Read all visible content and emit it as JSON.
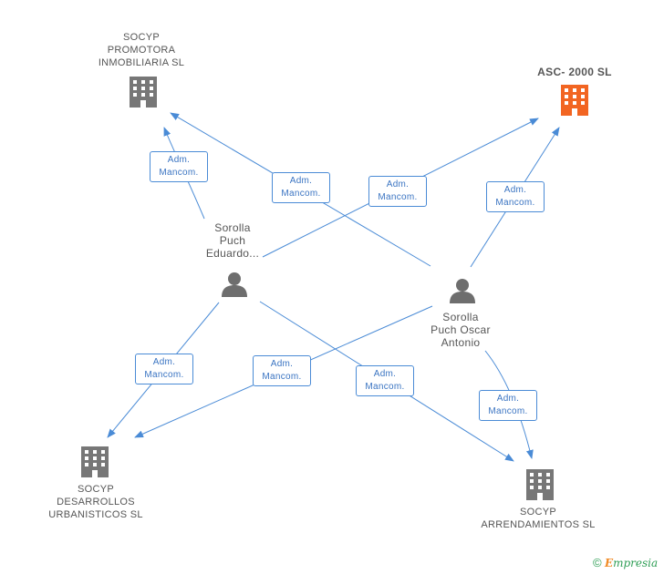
{
  "companies": {
    "promotora": {
      "lines": [
        "SOCYP",
        "PROMOTORA",
        "INMOBILIARIA SL"
      ],
      "icon": "building-icon",
      "color": "#777777"
    },
    "asc2000": {
      "lines": [
        "ASC- 2000 SL"
      ],
      "icon": "building-icon",
      "color": "#f26522"
    },
    "desarrollos": {
      "lines": [
        "SOCYP",
        "DESARROLLOS",
        "URBANISTICOS SL"
      ],
      "icon": "building-icon",
      "color": "#777777"
    },
    "arrendamientos": {
      "lines": [
        "SOCYP",
        "ARRENDAMIENTOS SL"
      ],
      "icon": "building-icon",
      "color": "#777777"
    }
  },
  "people": {
    "eduardo": {
      "lines": [
        "Sorolla",
        "Puch",
        "Eduardo..."
      ],
      "icon": "person-icon"
    },
    "oscar": {
      "lines": [
        "Sorolla",
        "Puch Oscar",
        "Antonio"
      ],
      "icon": "person-icon"
    }
  },
  "relations": [
    {
      "id": "e-promotora",
      "from": "eduardo",
      "to": "promotora",
      "lines": [
        "Adm.",
        "Mancom."
      ]
    },
    {
      "id": "o-promotora",
      "from": "oscar",
      "to": "promotora",
      "lines": [
        "Adm.",
        "Mancom."
      ]
    },
    {
      "id": "e-asc",
      "from": "eduardo",
      "to": "asc2000",
      "lines": [
        "Adm.",
        "Mancom."
      ]
    },
    {
      "id": "o-asc",
      "from": "oscar",
      "to": "asc2000",
      "lines": [
        "Adm.",
        "Mancom."
      ]
    },
    {
      "id": "e-desarrollos",
      "from": "eduardo",
      "to": "desarrollos",
      "lines": [
        "Adm.",
        "Mancom."
      ]
    },
    {
      "id": "o-desarrollos",
      "from": "oscar",
      "to": "desarrollos",
      "lines": [
        "Adm.",
        "Mancom."
      ]
    },
    {
      "id": "e-arrendamientos",
      "from": "eduardo",
      "to": "arrendamientos",
      "lines": [
        "Adm.",
        "Mancom."
      ]
    },
    {
      "id": "o-arrendamientos",
      "from": "oscar",
      "to": "arrendamientos",
      "lines": [
        "Adm.",
        "Mancom."
      ]
    }
  ],
  "footer": {
    "copyright": "©",
    "brand_first": "E",
    "brand_rest": "mpresia"
  },
  "colors": {
    "edge": "#4a8bd6",
    "person": "#6e6e6e",
    "building": "#777777",
    "focus": "#f26522"
  }
}
